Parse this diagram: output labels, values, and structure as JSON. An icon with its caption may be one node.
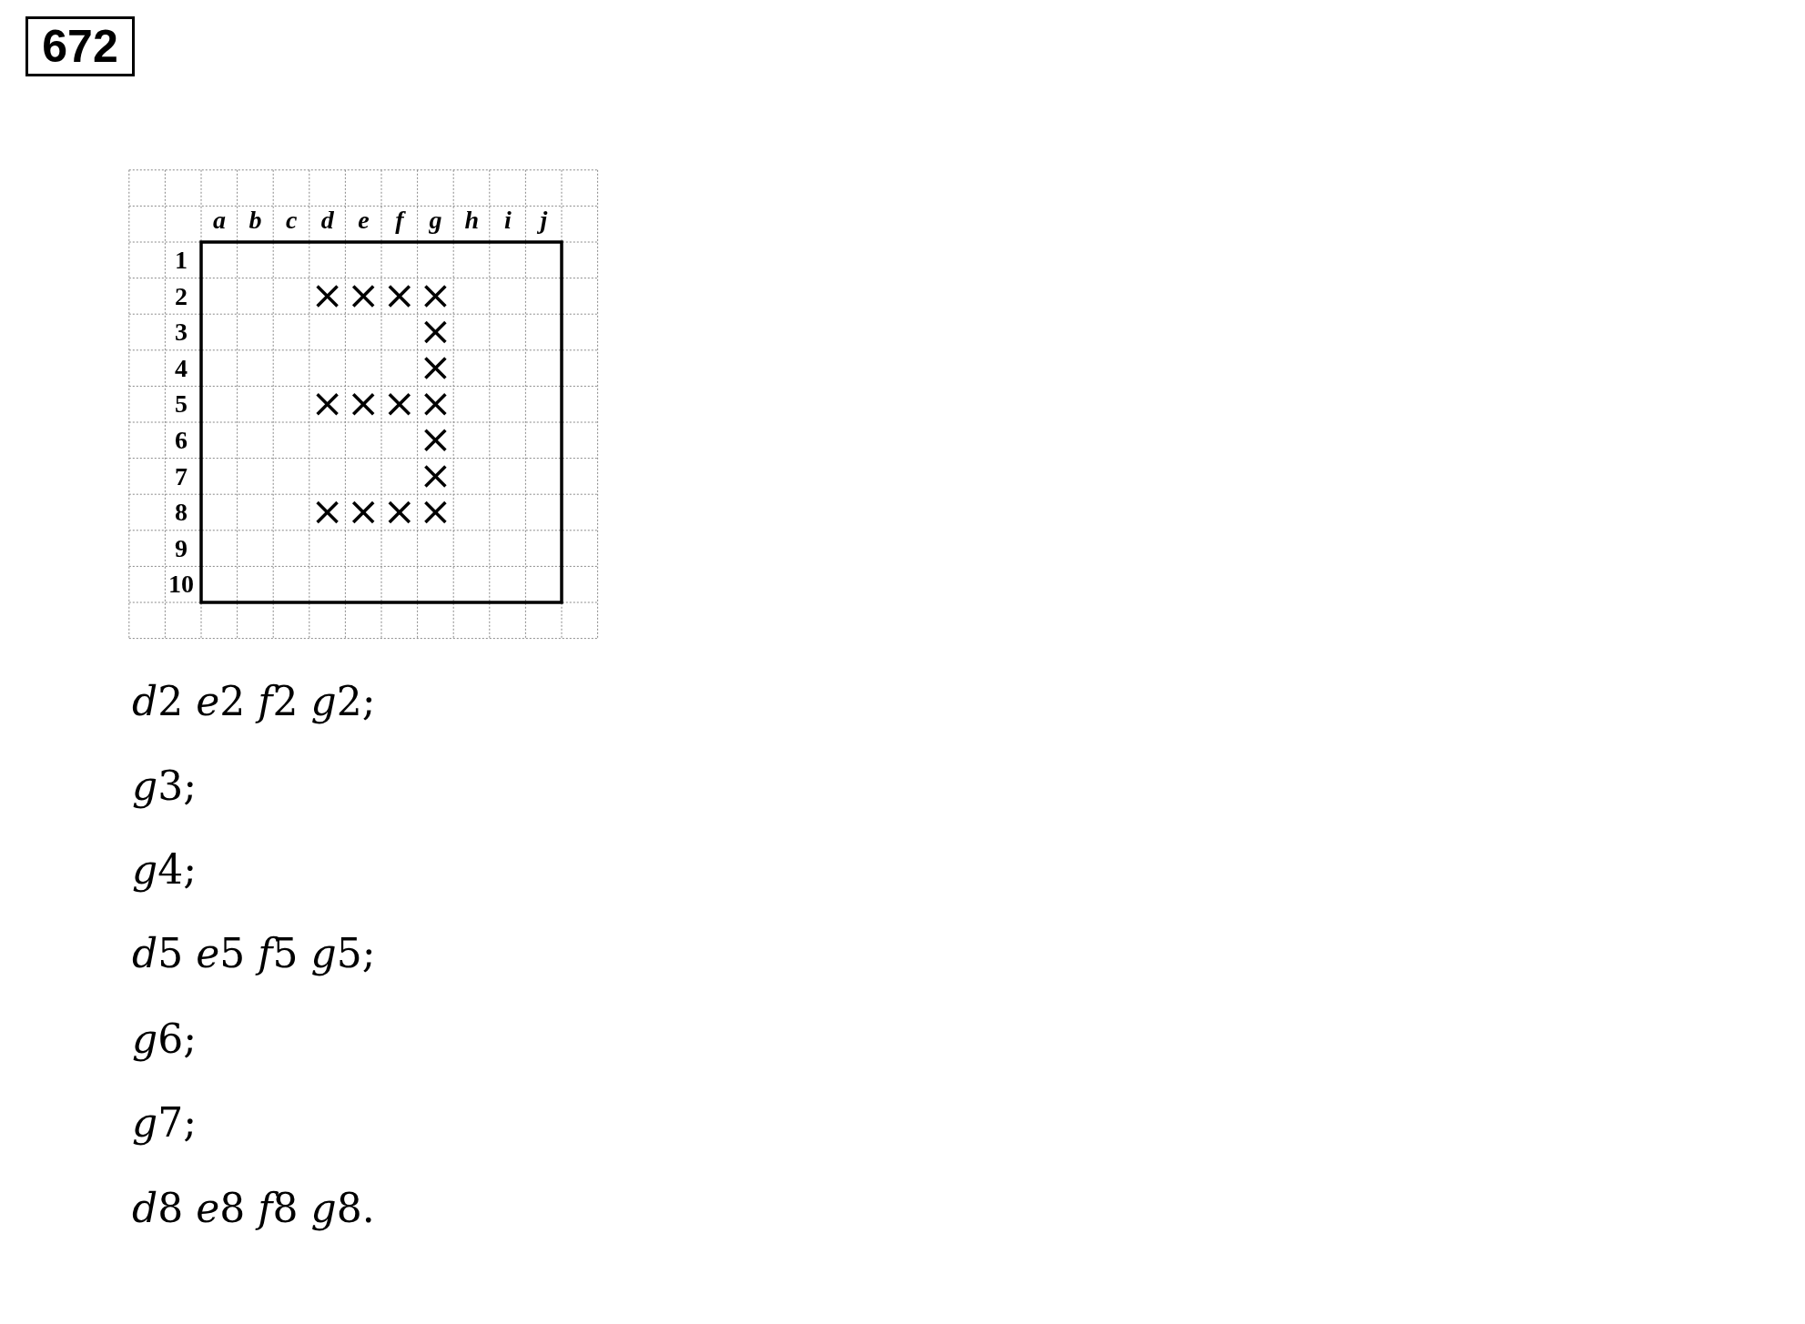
{
  "diagram": {
    "title": "672",
    "labels": [
      "a",
      "b",
      "c",
      "d",
      "e",
      "f",
      "g",
      "h",
      "i",
      "j",
      "1",
      "2",
      "3",
      "4",
      "5",
      "6",
      "7",
      "8",
      "9",
      "10",
      "d2 e2 f2 g2;",
      "g3;",
      "g4;",
      "d5 e5 f5 g5;",
      "g6;",
      "g7;",
      "d8 e8 f8 g8."
    ]
  }
}
